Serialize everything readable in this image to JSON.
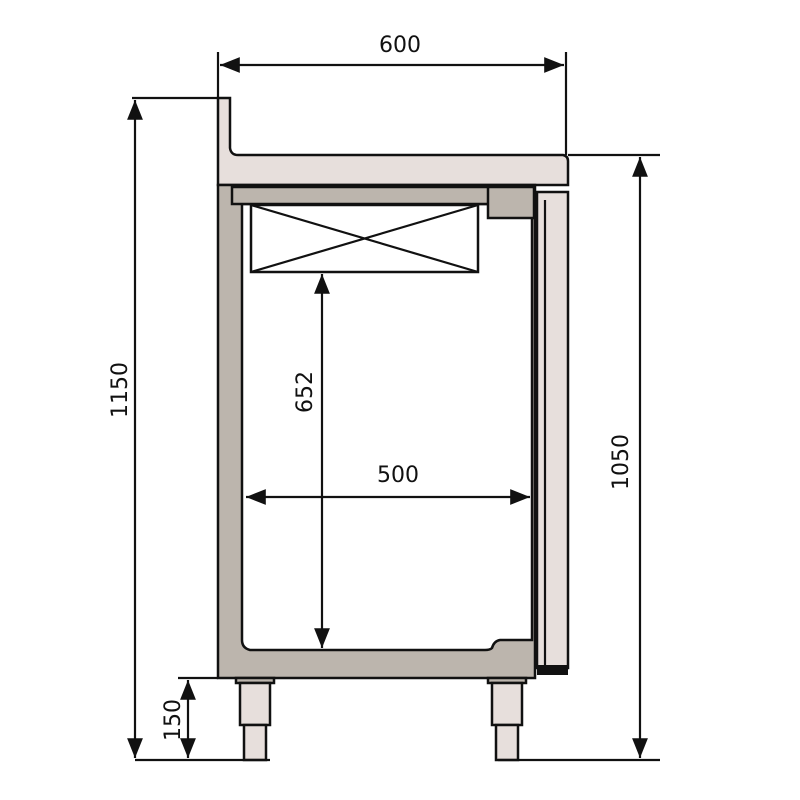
{
  "colors": {
    "light_panel": "#e7dfdc",
    "body": "#bcb5ad",
    "line": "#111111"
  },
  "dimensions": {
    "overall_depth": "600",
    "overall_height": "1150",
    "worktop_height": "1050",
    "interior_height": "652",
    "interior_depth": "500",
    "leg_height": "150"
  }
}
